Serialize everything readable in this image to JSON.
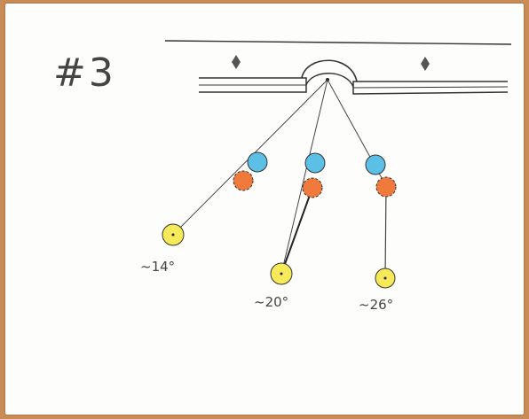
{
  "title": "#3",
  "labels": {
    "left": "~14°",
    "center": "~20°",
    "right": "~26°"
  },
  "colors": {
    "ink": "#2b2b2b",
    "blue": "#5bbfe6",
    "orange": "#f07a3c",
    "yellow": "#f6ea5a",
    "diamond": "#555555"
  }
}
